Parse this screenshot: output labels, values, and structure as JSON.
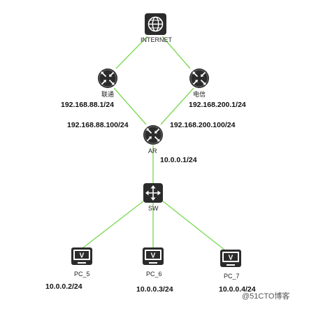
{
  "nodes": {
    "internet": {
      "label": "INTERNET",
      "icon": "globe-icon"
    },
    "liantong": {
      "label": "联通",
      "icon": "router-icon"
    },
    "dianxin": {
      "label": "电信",
      "icon": "router-icon"
    },
    "ar": {
      "label": "AR",
      "icon": "router-icon"
    },
    "sw": {
      "label": "SW",
      "icon": "switch-icon"
    },
    "pc5": {
      "label": "PC_5",
      "icon": "pc-icon"
    },
    "pc6": {
      "label": "PC_6",
      "icon": "pc-icon"
    },
    "pc7": {
      "label": "PC_7",
      "icon": "pc-icon"
    }
  },
  "ips": {
    "liantong": "192.168.88.1/24",
    "dianxin": "192.168.200.1/24",
    "ar_left": "192.168.88.100/24",
    "ar_right": "192.168.200.100/24",
    "ar_down": "10.0.0.1/24",
    "pc5": "10.0.0.2/24",
    "pc6": "10.0.0.3/24",
    "pc7": "10.0.0.4/24"
  },
  "watermark": "@51CTO博客",
  "colors": {
    "link": "#7ed957",
    "icon_dark": "#2b2b2b",
    "icon_light": "#ffffff"
  }
}
